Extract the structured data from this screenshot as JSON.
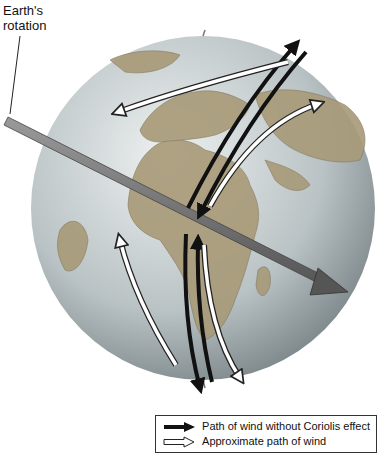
{
  "diagram": {
    "labels": [
      "Earth's rotation"
    ],
    "legend": [
      {
        "text": "Path of wind without Coriolis effect"
      },
      {
        "text": "Approximate path of wind"
      }
    ]
  }
}
